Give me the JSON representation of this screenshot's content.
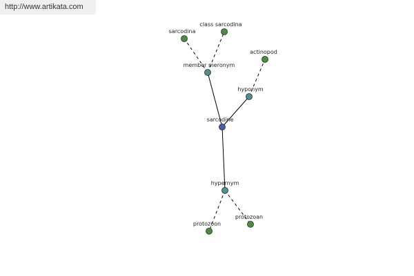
{
  "watermark": {
    "url": "http://www.artikata.com"
  },
  "colors": {
    "center": "#4b5aa6",
    "relation": "#4f8f8f",
    "leaf": "#4f8a44",
    "stroke": "#1e2e1e",
    "edge": "#000000"
  },
  "nodes": [
    {
      "id": "sarcodine",
      "label": "sarcodine",
      "kind": "center"
    },
    {
      "id": "member-meronym",
      "label": "member meronym",
      "kind": "relation"
    },
    {
      "id": "hyponym",
      "label": "hyponym",
      "kind": "relation"
    },
    {
      "id": "hypernym",
      "label": "hypernym",
      "kind": "relation"
    },
    {
      "id": "sarcodina",
      "label": "sarcodina",
      "kind": "leaf"
    },
    {
      "id": "class-sarcodina",
      "label": "class sarcodina",
      "kind": "leaf"
    },
    {
      "id": "actinopod",
      "label": "actinopod",
      "kind": "leaf"
    },
    {
      "id": "protozoon",
      "label": "protozoon",
      "kind": "leaf"
    },
    {
      "id": "protozoan",
      "label": "protozoan",
      "kind": "leaf"
    }
  ],
  "edges": [
    {
      "from": "sarcodine",
      "to": "member-meronym",
      "style": "solid"
    },
    {
      "from": "sarcodine",
      "to": "hyponym",
      "style": "solid"
    },
    {
      "from": "sarcodine",
      "to": "hypernym",
      "style": "solid"
    },
    {
      "from": "member-meronym",
      "to": "sarcodina",
      "style": "dashed"
    },
    {
      "from": "member-meronym",
      "to": "class-sarcodina",
      "style": "dashed"
    },
    {
      "from": "hyponym",
      "to": "actinopod",
      "style": "dashed"
    },
    {
      "from": "hypernym",
      "to": "protozoon",
      "style": "dashed"
    },
    {
      "from": "hypernym",
      "to": "protozoan",
      "style": "dashed"
    }
  ]
}
